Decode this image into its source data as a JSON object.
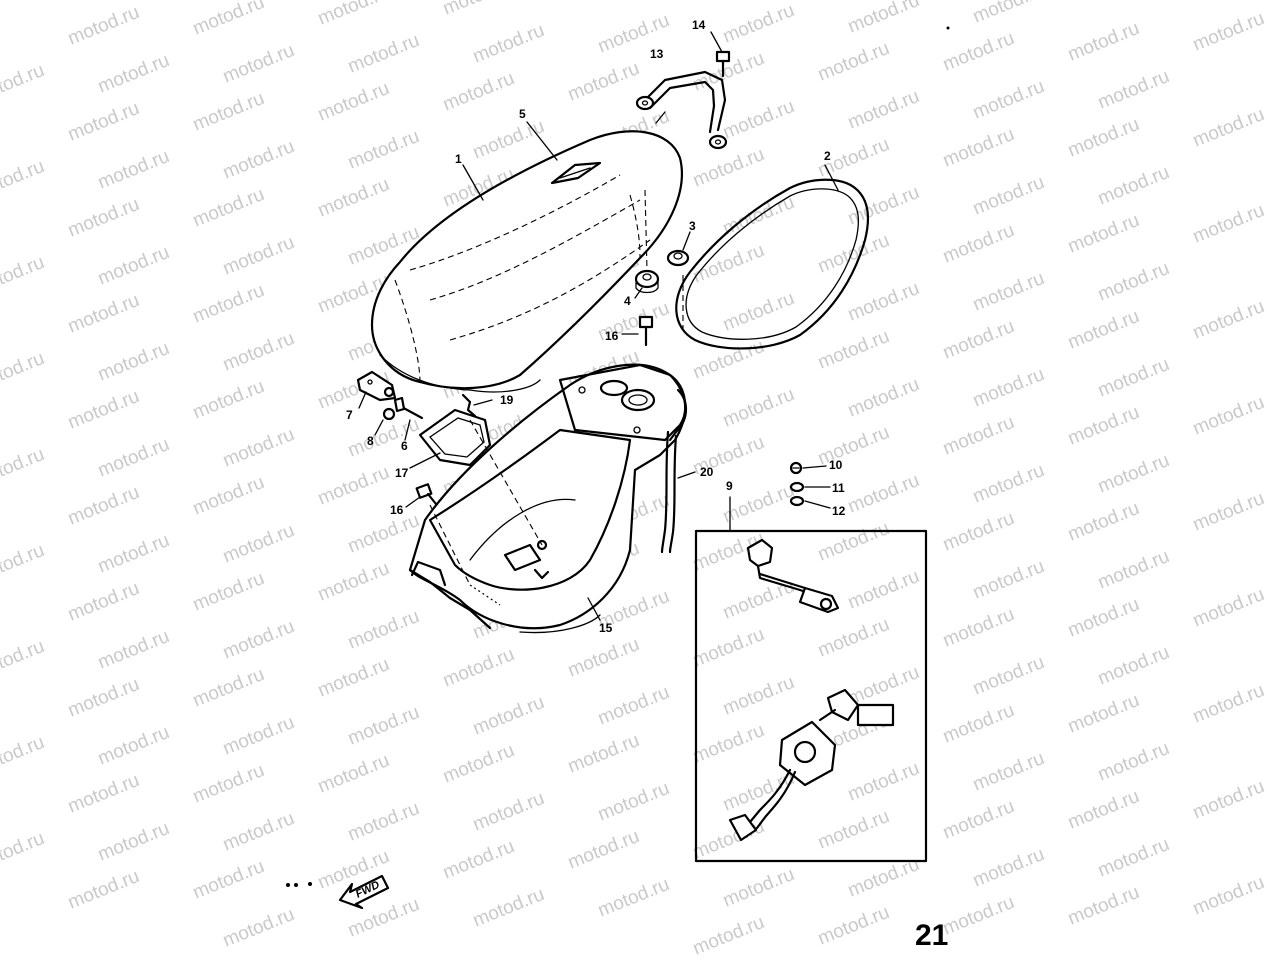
{
  "watermark": {
    "text": "motod.ru"
  },
  "callouts": [
    {
      "id": "1",
      "label": "1"
    },
    {
      "id": "2",
      "label": "2"
    },
    {
      "id": "3",
      "label": "3"
    },
    {
      "id": "4",
      "label": "4"
    },
    {
      "id": "5",
      "label": "5"
    },
    {
      "id": "6",
      "label": "6"
    },
    {
      "id": "7",
      "label": "7"
    },
    {
      "id": "8",
      "label": "8"
    },
    {
      "id": "9",
      "label": "9"
    },
    {
      "id": "10",
      "label": "10"
    },
    {
      "id": "11",
      "label": "11"
    },
    {
      "id": "12",
      "label": "12"
    },
    {
      "id": "13",
      "label": "13"
    },
    {
      "id": "14",
      "label": "14"
    },
    {
      "id": "15",
      "label": "15"
    },
    {
      "id": "16a",
      "label": "16"
    },
    {
      "id": "16b",
      "label": "16"
    },
    {
      "id": "17",
      "label": "17"
    },
    {
      "id": "19",
      "label": "19"
    },
    {
      "id": "20",
      "label": "20"
    }
  ],
  "direction_arrow": {
    "label": "FWD"
  },
  "page_number_fragment": "21"
}
